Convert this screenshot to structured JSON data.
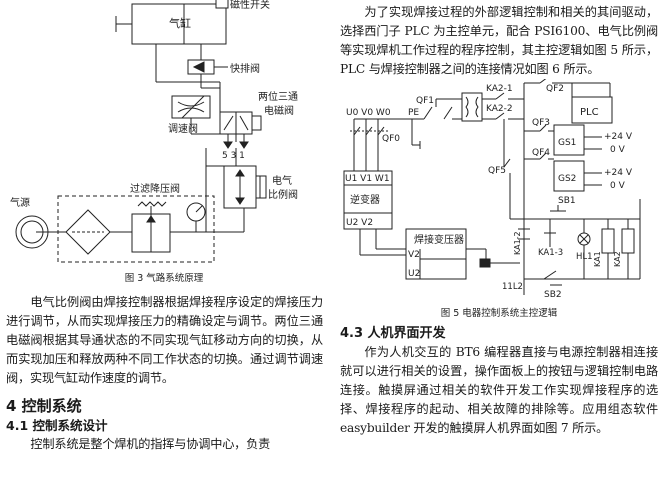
{
  "fig3": {
    "labels": {
      "cylinder": "气缸",
      "magnetic_switch": "磁性开关",
      "quick_exhaust": "快排阀",
      "two_three_way": "两位三通",
      "solenoid_valve": "电磁阀",
      "speed_valve": "调速阀",
      "port_numbers": "5 3 1",
      "filter_regulator": "过滤降压阀",
      "air_source": "气源",
      "electric": "电气",
      "proportional_valve": "比例阀"
    },
    "caption": "图 3   气路系统原理"
  },
  "left_text": {
    "para1": "电气比例阀由焊接控制器根据焊接程序设定的焊接压力进行调节，从而实现焊接压力的精确设定与调节。两位三通电磁阀根据其导通状态的不同实现气缸移动方向的切换，从而实现加压和释放两种不同工作状态的切换。通过调节调速阀，实现气缸动作速度的调节。",
    "section4": "4   控制系统",
    "section41": "4.1   控制系统设计",
    "para2": "控制系统是整个焊机的指挥与协调中心，负责"
  },
  "right_text": {
    "para1": "为了实现焊接过程的外部逻辑控制和相关的其间驱动，选择西门子 PLC 为主控单元，配合 PSI6100、电气比例阀等实现焊机工作过程的程序控制，其主控逻辑如图 5 所示，PLC 与焊接控制器之间的连接情况如图 6 所示。",
    "section43": "4.3   人机界面开发",
    "para2": "作为人机交互的 BT6 编程器直接与电源控制器相连接就可以进行相关的设置，操作面板上的按钮与逻辑控制电路连接。触摸屏通过相关的软件开发工作实现焊接程序的选择、焊接程序的起动、相关故障的排除等。应用组态软件 easybuilder 开发的触摸屏人机界面如图 7 所示。"
  },
  "fig5": {
    "labels": {
      "mains": "U0 V0 W0",
      "pe": "PE",
      "qf0": "QF0",
      "qf1": "QF1",
      "qf2": "QF2",
      "qf3": "QF3",
      "qf4": "QF4",
      "qf5": "QF5",
      "ka21": "KA2-1",
      "ka22": "KA2-2",
      "plc": "PLC",
      "gs1": "GS1",
      "gs2": "GS2",
      "plus24a": "+24 V",
      "zero_a": "0 V",
      "plus24b": "+24 V",
      "zero_b": "0 V",
      "inv_in": "U1 V1 W1",
      "inverter": "逆变器",
      "inv_out": "U2  V2",
      "sb1": "SB1",
      "sb2": "SB2",
      "ka12": "KA1-2",
      "ka13": "KA1-3",
      "hl1": "HL1",
      "ka1": "KA1",
      "ka2": "KA2",
      "l2": "11L2",
      "transformer": "焊接变压器",
      "v2": "V2",
      "u2": "U2"
    },
    "caption": "图 5   电器控制系统主控逻辑"
  }
}
